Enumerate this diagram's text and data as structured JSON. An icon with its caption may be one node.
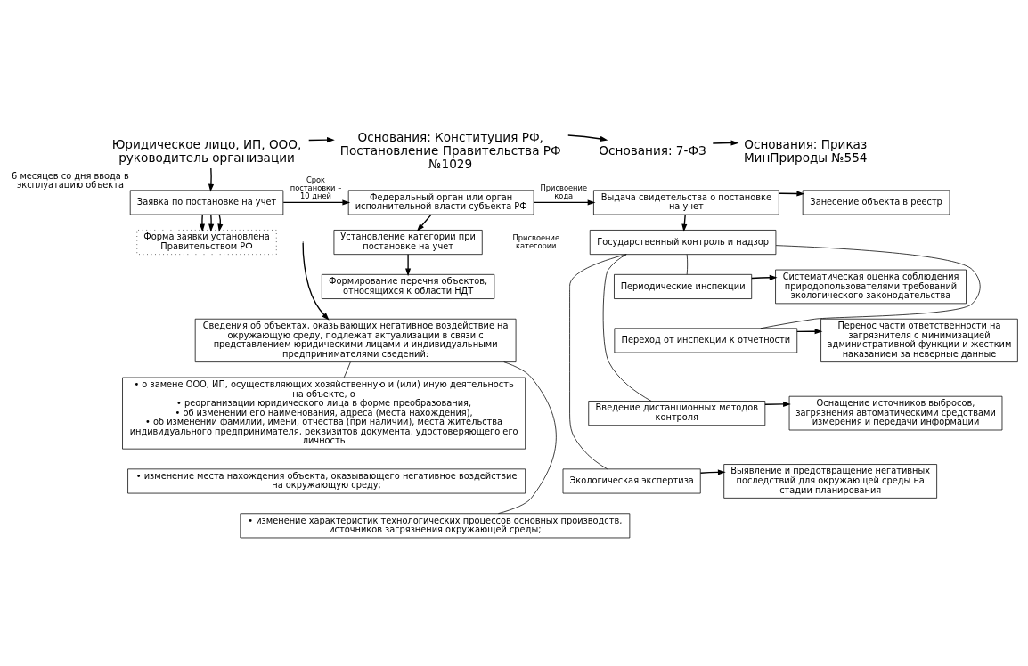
{
  "diagram": {
    "nodes": [
      {
        "text": [
          "Юридическое лицо, ИП, ООО, руководитель организации"
        ]
      },
      {
        "text": [
          "Основания: Конституция РФ, Постановление Правительства РФ №1029"
        ]
      },
      {
        "text": [
          "Основания: 7-ФЗ"
        ]
      },
      {
        "text": [
          "Основания: Приказ МинПрироды №554"
        ]
      },
      {
        "text": [
          "Заявка по постановке на учет"
        ],
        "beside": [
          "6 месяцев со дня ввода в эксплуатацию объекта"
        ]
      },
      {
        "text": [
          "Форма заявки установлена Правительством РФ"
        ]
      },
      {
        "text": [
          "Федеральный орган или орган исполнительной власти субъекта РФ"
        ]
      },
      {
        "text": [
          "Выдача свидетельства о постановке на учет"
        ]
      },
      {
        "text": [
          "Занесение объекта в реестр"
        ]
      },
      {
        "text": [
          "Установление категории при постановке на учет"
        ]
      },
      {
        "text": [
          "Формирование перечня объектов, относящихся к области НДТ"
        ]
      },
      {
        "text": [
          "Сведения об объектах, оказывающих негативное воздействие на окружающую среду, подлежат актуализации в связи с представлением юридическими лицами и индивидуальными предпринимателями сведений:"
        ]
      },
      {
        "text": [
          "• о замене ООО, ИП, осуществляющих хозяйственную и (или) иную деятельность на объекте, о",
          "• реорганизации юридического лица в форме преобразования,",
          "• об изменении его наименования, адреса (места нахождения),",
          "• об изменении фамилии, имени, отчества (при наличии), места жительства индивидуального предпринимателя, реквизитов документа, удостоверяющего его личность"
        ]
      },
      {
        "text": [
          "• изменение места нахождения объекта, оказывающего негативное воздействие на окружающую среду;"
        ]
      },
      {
        "text": [
          "• изменение характеристик технологических процессов основных производств, источников загрязнения окружающей среды;"
        ]
      },
      {
        "text": [
          "Государственный контроль и надзор"
        ]
      },
      {
        "text": [
          "Периодические инспекции"
        ]
      },
      {
        "text": [
          "Систематическая оценка соблюдения природопользователями требований экологического законодательства"
        ]
      },
      {
        "text": [
          "Переход от инспекции к отчетности"
        ]
      },
      {
        "text": [
          "Перенос части ответственности на загрязнителя с минимизацией административной функции и жестким наказанием за неверные данные"
        ]
      },
      {
        "text": [
          "Введение дистанционных методов контроля"
        ]
      },
      {
        "text": [
          "Оснащение источников выбросов, загрязнения автоматическими средствами измерения и передачи информации"
        ]
      },
      {
        "text": [
          "Экологическая экспертиза"
        ]
      },
      {
        "text": [
          "Выявление и предотвращение негативных последствий для окружающей среды на стадии планирования"
        ]
      }
    ],
    "edges": [
      {
        "from": 0,
        "to": 1,
        "arrow": "to"
      },
      {
        "from": 1,
        "to": 2,
        "arrow": "to"
      },
      {
        "from": 2,
        "to": 3,
        "arrow": "to"
      },
      {
        "from": 0,
        "to": 4,
        "arrow": "to"
      },
      {
        "from": 4,
        "to": 6,
        "arrow": "to",
        "label": "Срок постановки – 10 дней"
      },
      {
        "from": 4,
        "to": 5,
        "arrow": "to"
      },
      {
        "from": 4,
        "to": 5,
        "arrow": "to"
      },
      {
        "from": 4,
        "to": 5,
        "arrow": "to"
      },
      {
        "from": 6,
        "to": 7,
        "arrow": "to",
        "label": "Присвоение кода"
      },
      {
        "from": 7,
        "to": 8,
        "arrow": "to"
      },
      {
        "from": 7,
        "to": 15,
        "arrow": "to"
      },
      {
        "from": 6,
        "to": 9,
        "arrow": "to"
      },
      {
        "from": 9,
        "to": 10,
        "arrow": "to"
      },
      {
        "from": null,
        "to": 11,
        "arrow": "to"
      },
      {
        "from": 11,
        "to": 12,
        "arrow": "none"
      },
      {
        "from": 11,
        "to": 14,
        "arrow": "none"
      },
      {
        "from": 15,
        "to": 16,
        "arrow": "none"
      },
      {
        "from": 15,
        "to": 18,
        "arrow": "none"
      },
      {
        "from": 15,
        "to": 20,
        "arrow": "none"
      },
      {
        "from": 15,
        "to": 22,
        "arrow": "none"
      },
      {
        "from": 16,
        "to": 17,
        "arrow": "to"
      },
      {
        "from": 18,
        "to": 19,
        "arrow": "to"
      },
      {
        "from": 20,
        "to": 21,
        "arrow": "to"
      },
      {
        "from": 22,
        "to": 23,
        "arrow": "to"
      }
    ],
    "labels": [
      "Присвоение категории"
    ]
  }
}
